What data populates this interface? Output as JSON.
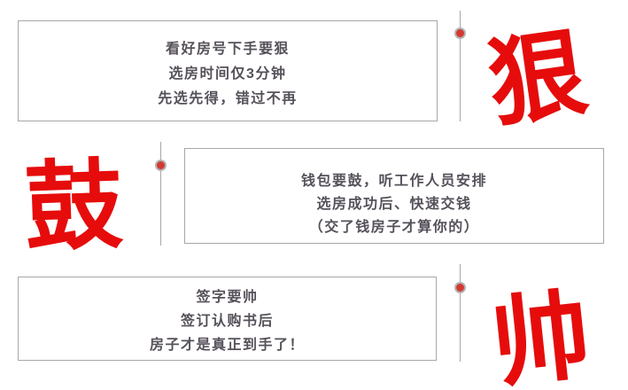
{
  "colors": {
    "accent_red": "#e60c0c",
    "dot_red": "#d23b31",
    "line_gray": "#a7a7a7",
    "border_gray": "#a7a7a7",
    "text_dark": "#56515a"
  },
  "steps": [
    {
      "big_char": "狠",
      "lines": [
        "看好房号下手要狠",
        "选房时间仅3分钟",
        "先选先得，错过不再"
      ]
    },
    {
      "big_char": "鼓",
      "lines": [
        "钱包要鼓，听工作人员安排",
        "选房成功后、快速交钱",
        "（交了钱房子才算你的）"
      ]
    },
    {
      "big_char": "帅",
      "lines": [
        "签字要帅",
        "签订认购书后",
        "房子才是真正到手了！"
      ]
    }
  ]
}
